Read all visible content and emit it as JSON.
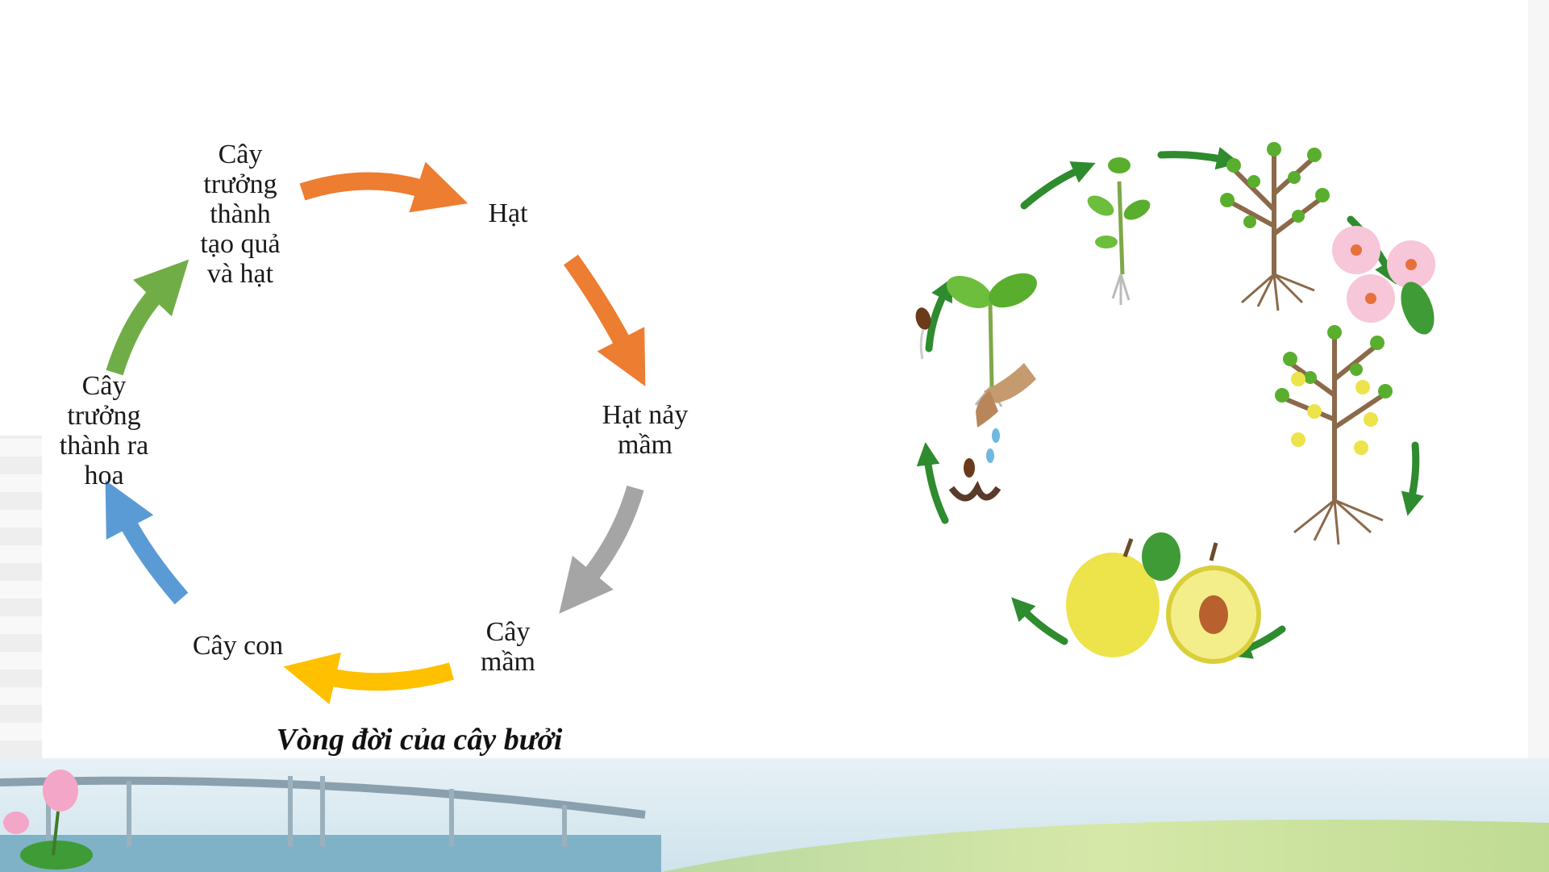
{
  "diagram": {
    "caption": "Vòng đời của cây bưởi",
    "stages": [
      {
        "id": "hat",
        "text": "Hạt"
      },
      {
        "id": "hat-nay-mam",
        "text": "Hạt nảy\nmầm"
      },
      {
        "id": "cay-mam",
        "text": "Cây\nmầm"
      },
      {
        "id": "cay-con",
        "text": "Cây con"
      },
      {
        "id": "ra-hoa",
        "text": "Cây\ntrưởng\nthành ra\nhoa"
      },
      {
        "id": "tao-qua",
        "text": "Cây\ntrưởng\nthành\ntạo quả\nvà hạt"
      }
    ]
  },
  "colors": {
    "arrow_orange": "#ED7D31",
    "arrow_gray": "#A5A5A5",
    "arrow_yellow": "#FFC000",
    "arrow_blue": "#5B9BD5",
    "arrow_green": "#70AD47",
    "cycle_green": "#2E8B2E",
    "fruit_yellow": "#EDE34A",
    "blossom_pink": "#F7C6D9"
  }
}
